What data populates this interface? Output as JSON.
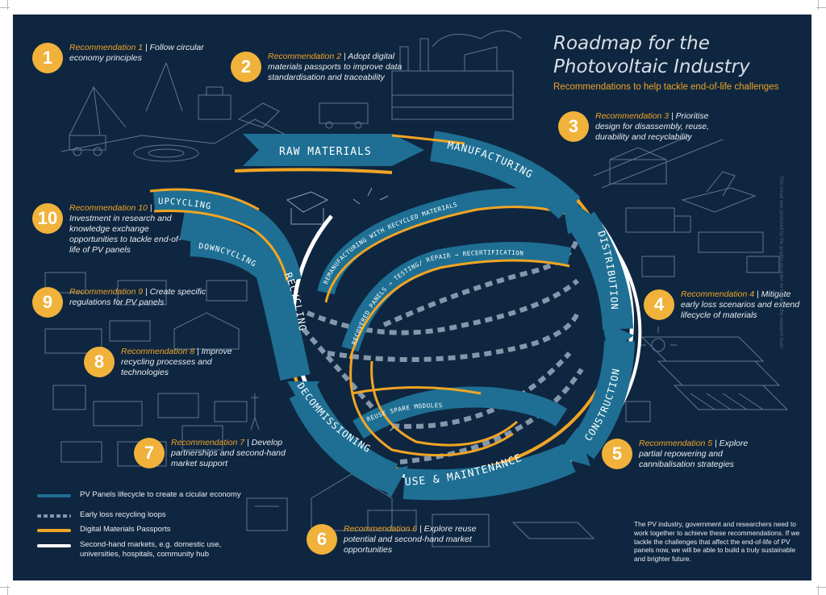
{
  "title": "Roadmap for the Photovoltaic Industry",
  "subtitle": "Recommendations to help tackle end-of-life challenges",
  "recommendations": [
    {
      "num": "1",
      "label": "Recommendation 1",
      "text": "Follow circular economy principles"
    },
    {
      "num": "2",
      "label": "Recommendation 2",
      "text": "Adopt digital materials passports to improve data standardisation and traceability"
    },
    {
      "num": "3",
      "label": "Recommendation 3",
      "text": "Prioritise design for disassembly, reuse, durability and recyclability"
    },
    {
      "num": "4",
      "label": "Recommendation 4",
      "text": "Mitigate early loss scenarios and extend lifecycle of materials"
    },
    {
      "num": "5",
      "label": "Recommendation 5",
      "text": "Explore partial repowering and cannibalisation strategies"
    },
    {
      "num": "6",
      "label": "Recommendation 6",
      "text": "Explore reuse potential and second-hand market opportunities"
    },
    {
      "num": "7",
      "label": "Recommendation 7",
      "text": "Develop partnerships and second-hand market support"
    },
    {
      "num": "8",
      "label": "Recommendation 8",
      "text": "Improve recycling processes and technologies"
    },
    {
      "num": "9",
      "label": "Recommendation 9",
      "text": "Create specific regulations for PV panels"
    },
    {
      "num": "10",
      "label": "Recommendation 10",
      "text": "Investment in research and knowledge exchange opportunities to tackle end-of-life of PV panels"
    }
  ],
  "stages": {
    "raw_materials": "RAW MATERIALS",
    "manufacturing": "MANUFACTURING",
    "distribution": "DISTRIBUTION",
    "construction": "CONSTRUCTION",
    "use_maintenance": "USE & MAINTENANCE",
    "decommissioning": "DECOMMISSIONING",
    "recycling": "RECYCLING",
    "upcycling": "UPCYCLING",
    "downcycling": "DOWNCYCLING"
  },
  "loops": {
    "remanufacturing": "REMANUFACTURING WITH RECYCLED MATERIALS",
    "recertification": "RECOVERED PANELS → TESTING/ REPAIR → RECERTIFICATION",
    "reuse": "REUSE SPARE MODULES"
  },
  "legend": [
    {
      "text": "PV Panels lifecycle to create a cicular economy",
      "color": "#1e6f93"
    },
    {
      "text": "Early loss recycling loops",
      "color": "#8497ab"
    },
    {
      "text": "Digital Materials Passports",
      "color": "#f0a524"
    },
    {
      "text": "Second-hand markets, e.g. domestic use, universities, hospitals, community hub",
      "color": "#ffffff"
    }
  ],
  "note": "The PV industry, government and researchers need to work together to achieve these recommendations. If we tackle the challenges that affect the end-of-life of PV panels now, we will be able to build a truly sustainable and brighter future.",
  "sidelabel": "This visual was produced by the graphic recorder on behalf of the research team",
  "colors": {
    "background": "#0f2640",
    "band": "#1e6f93",
    "accent": "#f0a524",
    "badge": "#f0b23a"
  }
}
